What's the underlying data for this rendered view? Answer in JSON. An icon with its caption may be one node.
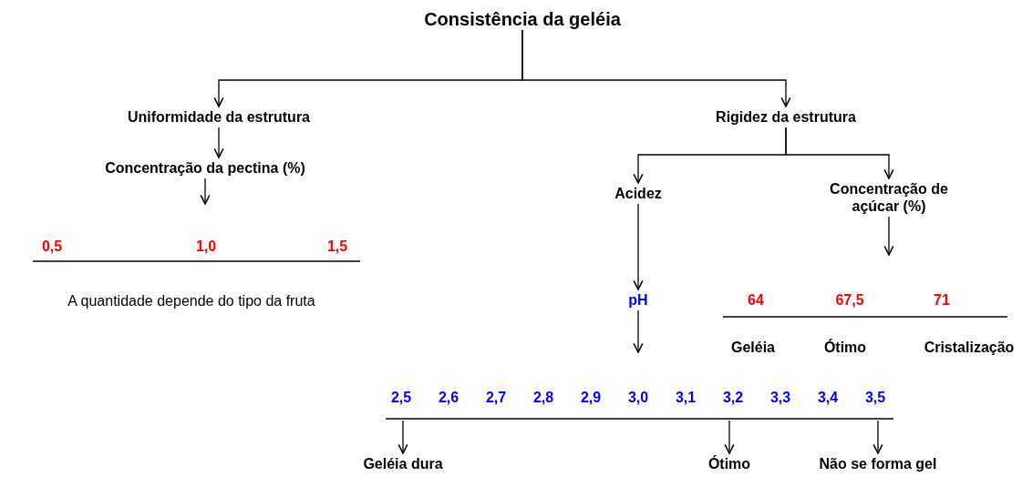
{
  "diagram": {
    "nodes": [
      {
        "text": [
          "Consistência da geléia"
        ]
      },
      {
        "text": [
          "Uniformidade da estrutura"
        ]
      },
      {
        "text": [
          "Rigidez da estrutura"
        ]
      },
      {
        "text": [
          "Concentração da pectina (%)"
        ]
      },
      {
        "text": [
          "Acidez"
        ]
      },
      {
        "text": [
          "Concentração de açúcar (%)"
        ]
      },
      {
        "text": [
          "pH"
        ]
      },
      {
        "text": [
          "Geléia dura"
        ]
      },
      {
        "text": [
          "Ótimo"
        ]
      },
      {
        "text": [
          "Não se forma gel"
        ]
      }
    ],
    "edges": [
      {
        "from": 0,
        "to": 1,
        "arrow": "to"
      },
      {
        "from": 0,
        "to": 2,
        "arrow": "to"
      },
      {
        "from": 1,
        "to": 3,
        "arrow": "to"
      },
      {
        "from": 2,
        "to": 4,
        "arrow": "to"
      },
      {
        "from": 2,
        "to": 5,
        "arrow": "to"
      },
      {
        "from": 3,
        "to": null,
        "arrow": "to"
      },
      {
        "from": 4,
        "to": 6,
        "arrow": "to"
      },
      {
        "from": 5,
        "to": null,
        "arrow": "to"
      },
      {
        "from": 6,
        "to": null,
        "arrow": "to"
      },
      {
        "from": null,
        "to": 7,
        "arrow": "to"
      },
      {
        "from": null,
        "to": 8,
        "arrow": "to"
      },
      {
        "from": null,
        "to": 9,
        "arrow": "to"
      }
    ],
    "labels": [
      "0,5",
      "1,0",
      "1,5",
      "A quantidade depende do tipo da fruta",
      "64",
      "67,5",
      "71",
      "Geléia",
      "Ótimo",
      "Cristalização",
      "2,5",
      "2,6",
      "2,7",
      "2,8",
      "2,9",
      "3,0",
      "3,1",
      "3,2",
      "3,3",
      "3,4",
      "3,5"
    ]
  }
}
